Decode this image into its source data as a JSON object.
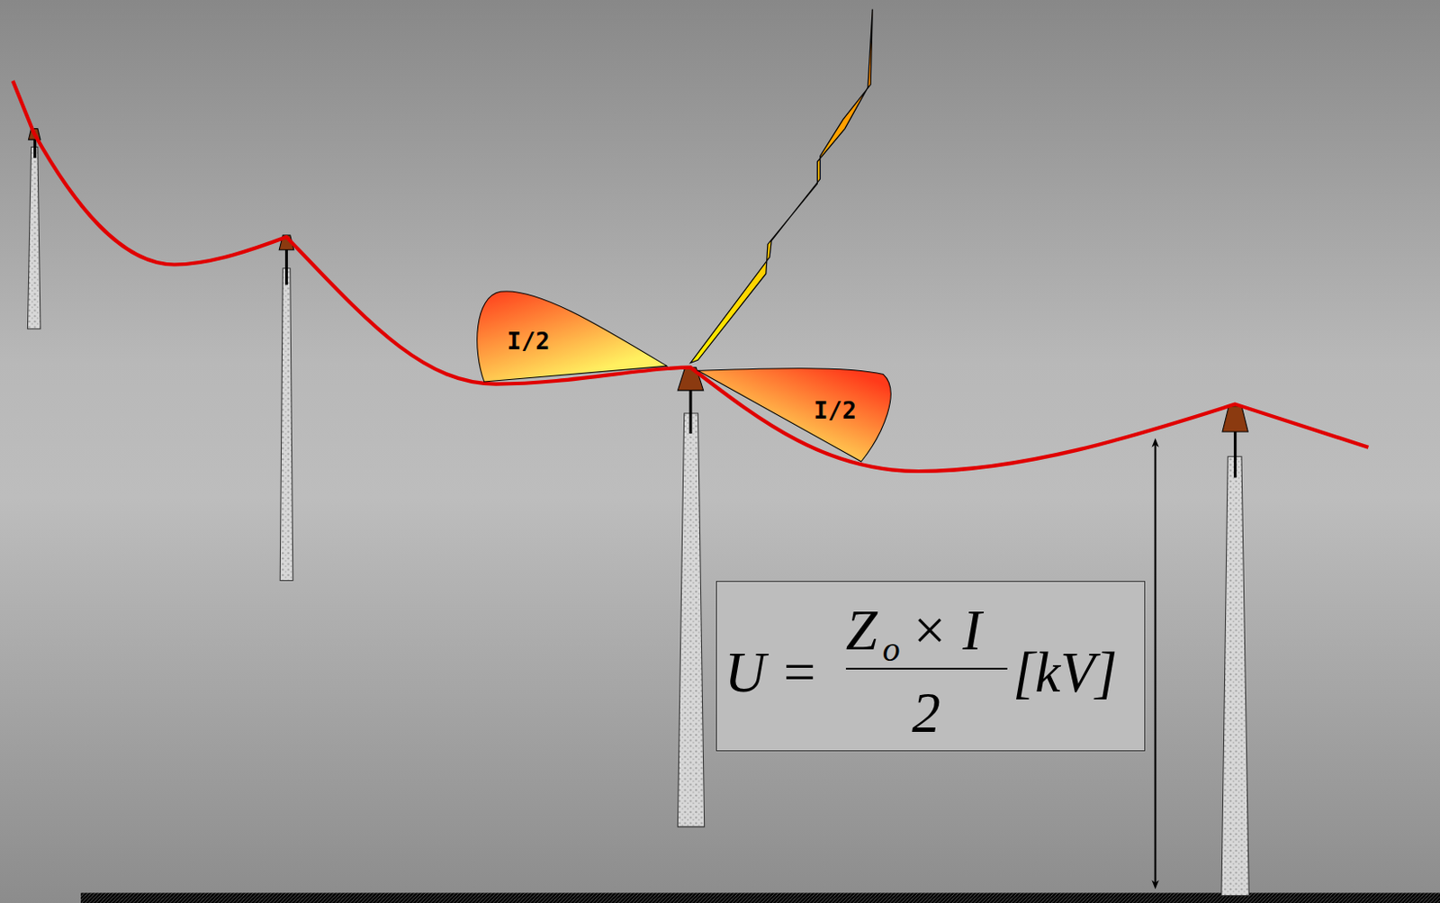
{
  "diagram": {
    "nodes": [
      {
        "text": [
          "I/2"
        ]
      },
      {
        "text": [
          "I/2"
        ]
      },
      {
        "text": [
          "U =",
          "Z",
          "o",
          "× I",
          "2",
          "[kV]"
        ]
      }
    ]
  }
}
